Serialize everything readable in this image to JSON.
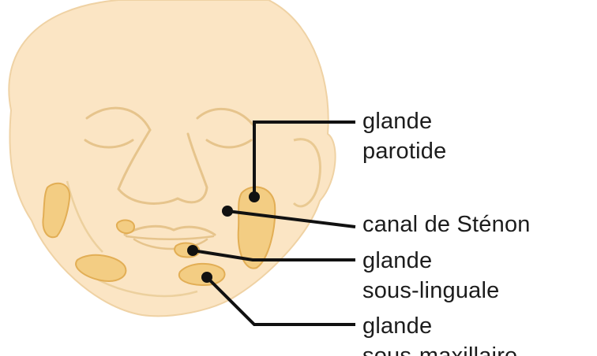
{
  "labels": {
    "parotide": {
      "line1": "glande",
      "line2": "parotide"
    },
    "stenon": {
      "line1": "canal de Sténon"
    },
    "sous_linguale": {
      "line1": "glande",
      "line2": "sous-linguale"
    },
    "sous_maxillaire": {
      "line1": "glande",
      "line2": "sous-maxillaire"
    }
  },
  "colors": {
    "skin": "#fbe5c4",
    "outline": "#e9c992",
    "gland": "#f3cd83",
    "gland_outline": "#e2ae55",
    "leader": "#111111",
    "text": "#1c1c1c"
  }
}
